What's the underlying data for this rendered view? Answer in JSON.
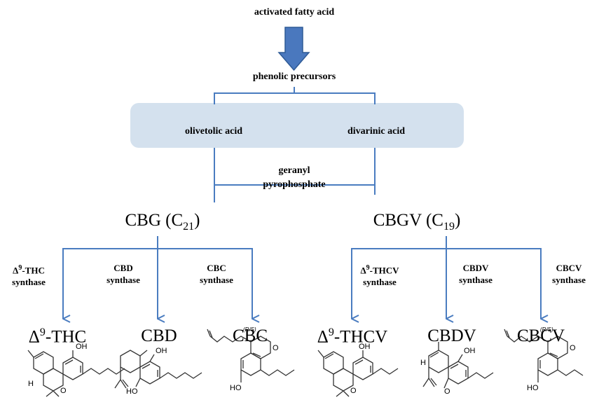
{
  "top": {
    "activated": "activated fatty acid",
    "phenolic": "phenolic precursors"
  },
  "box": {
    "olivetolic": "olivetolic acid",
    "divarinic": "divarinic acid"
  },
  "geranyl": {
    "line1": "geranyl",
    "line2": "pyrophosphate"
  },
  "precursors": {
    "cbg": {
      "name": "CBG (C",
      "sub": "21",
      "close": ")"
    },
    "cbgv": {
      "name": "CBGV (C",
      "sub": "19",
      "close": ")"
    }
  },
  "enzymes": {
    "thc": {
      "delta": "Δ",
      "sup": "9",
      "rest": "-THC",
      "line2": "synthase"
    },
    "cbd": {
      "line1": "CBD",
      "line2": "synthase"
    },
    "cbc": {
      "line1": "CBC",
      "line2": "synthase"
    },
    "thcv": {
      "delta": "Δ",
      "sup": "9",
      "rest": "-THCV",
      "line2": "synthase"
    },
    "cbdv": {
      "line1": "CBDV",
      "line2": "synthase"
    },
    "cbcv": {
      "line1": "CBCV",
      "line2": "synthase"
    }
  },
  "products": {
    "thc": {
      "delta": "Δ",
      "sup": "9",
      "rest": "-THC"
    },
    "cbd": "CBD",
    "cbc": "CBC",
    "thcv": {
      "delta": "Δ",
      "sup": "9",
      "rest": "-THCV"
    },
    "cbdv": "CBDV",
    "cbcv": "CBCV"
  },
  "struct_labels": {
    "oh": "OH",
    "ho": "HO",
    "h": "H",
    "o": "O",
    "rs": "(R/S)"
  },
  "colors": {
    "line": "#4a7cc0",
    "arrow_fill": "#4a78be",
    "arrow_stroke": "#2e5a96",
    "box": "#d4e1ee"
  }
}
